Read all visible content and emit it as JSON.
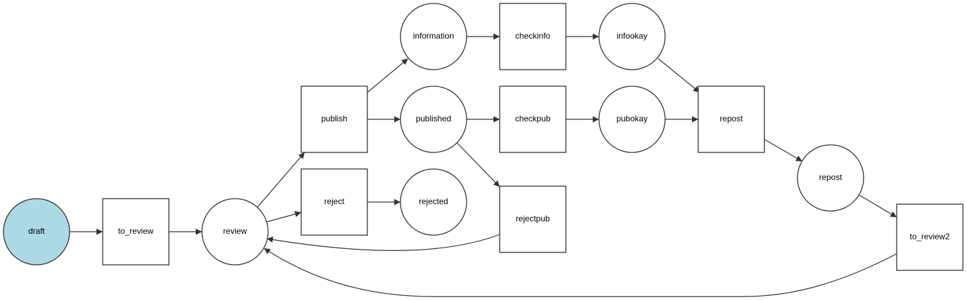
{
  "diagram": {
    "type": "petri-net workflow",
    "start_fill": "#add8e6",
    "stroke_color": "#333333",
    "nodes": {
      "draft": {
        "label": "draft",
        "kind": "place",
        "initial": true
      },
      "to_review": {
        "label": "to_review",
        "kind": "transition"
      },
      "review": {
        "label": "review",
        "kind": "place"
      },
      "publish": {
        "label": "publish",
        "kind": "transition"
      },
      "reject": {
        "label": "reject",
        "kind": "transition"
      },
      "information": {
        "label": "information",
        "kind": "place"
      },
      "published": {
        "label": "published",
        "kind": "place"
      },
      "rejected": {
        "label": "rejected",
        "kind": "place"
      },
      "checkinfo": {
        "label": "checkinfo",
        "kind": "transition"
      },
      "checkpub": {
        "label": "checkpub",
        "kind": "transition"
      },
      "rejectpub": {
        "label": "rejectpub",
        "kind": "transition"
      },
      "infookay": {
        "label": "infookay",
        "kind": "place"
      },
      "pubokay": {
        "label": "pubokay",
        "kind": "place"
      },
      "repost_transition": {
        "label": "repost",
        "kind": "transition"
      },
      "repost_place": {
        "label": "repost",
        "kind": "place"
      },
      "to_review2": {
        "label": "to_review2",
        "kind": "transition"
      }
    },
    "edges": [
      {
        "from": "draft",
        "to": "to_review"
      },
      {
        "from": "to_review",
        "to": "review"
      },
      {
        "from": "review",
        "to": "publish"
      },
      {
        "from": "review",
        "to": "reject"
      },
      {
        "from": "publish",
        "to": "information"
      },
      {
        "from": "publish",
        "to": "published"
      },
      {
        "from": "reject",
        "to": "rejected"
      },
      {
        "from": "information",
        "to": "checkinfo"
      },
      {
        "from": "published",
        "to": "checkpub"
      },
      {
        "from": "published",
        "to": "rejectpub"
      },
      {
        "from": "checkinfo",
        "to": "infookay"
      },
      {
        "from": "checkpub",
        "to": "pubokay"
      },
      {
        "from": "infookay",
        "to": "repost_transition"
      },
      {
        "from": "pubokay",
        "to": "repost_transition"
      },
      {
        "from": "repost_transition",
        "to": "repost_place"
      },
      {
        "from": "repost_place",
        "to": "to_review2"
      },
      {
        "from": "rejectpub",
        "to": "review"
      },
      {
        "from": "to_review2",
        "to": "review"
      }
    ]
  }
}
